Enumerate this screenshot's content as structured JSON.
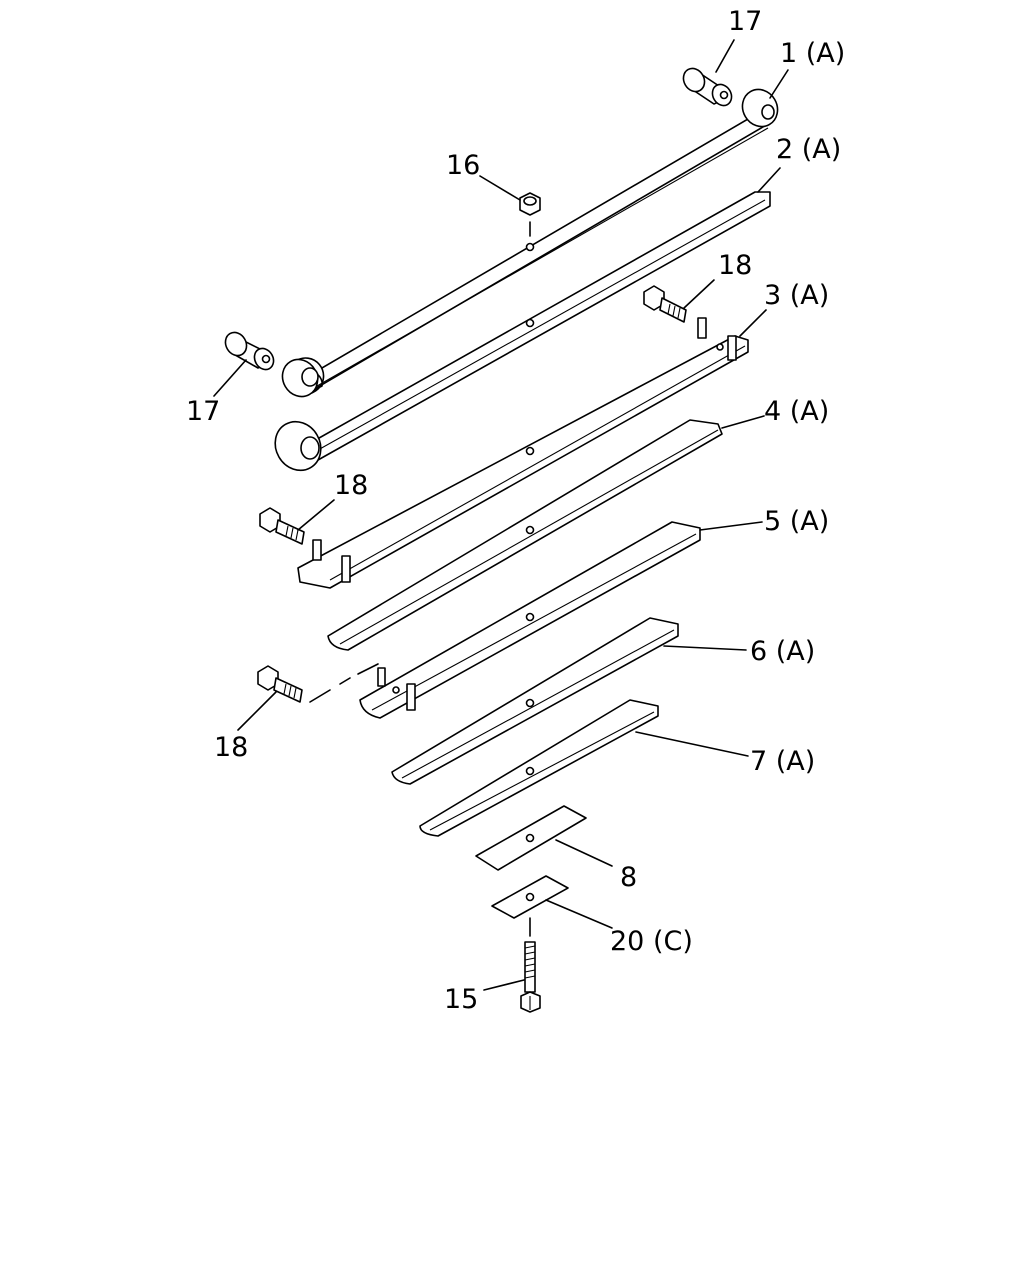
{
  "callouts": {
    "c17_top": "17",
    "c1a": "1 (A)",
    "c2a": "2 (A)",
    "c16": "16",
    "c18_top": "18",
    "c3a": "3 (A)",
    "c17_left": "17",
    "c4a": "4 (A)",
    "c18_mid": "18",
    "c5a": "5 (A)",
    "c6a": "6 (A)",
    "c18_low": "18",
    "c7a": "7 (A)",
    "c8": "8",
    "c20c": "20 (C)",
    "c15": "15"
  }
}
